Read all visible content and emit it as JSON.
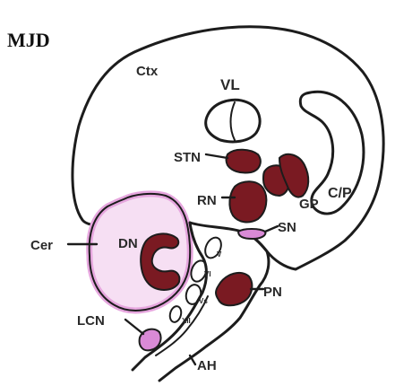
{
  "title": "MJD",
  "colors": {
    "affected": "#7a1a22",
    "cortex_pink": "#e6a6de",
    "sn_pink": "#d98ad6",
    "outline": "#1c1c1c"
  },
  "regions": {
    "ctx": "Ctx",
    "vl": "VL",
    "stn": "STN",
    "rn": "RN",
    "gp": "GP",
    "cp": "C/P",
    "sn": "SN",
    "cer": "Cer",
    "dn": "DN",
    "pn": "PN",
    "lcn": "LCN",
    "ah": "AH",
    "v": "V",
    "vi": "VI",
    "vs": "Vs",
    "xii": "XII"
  }
}
